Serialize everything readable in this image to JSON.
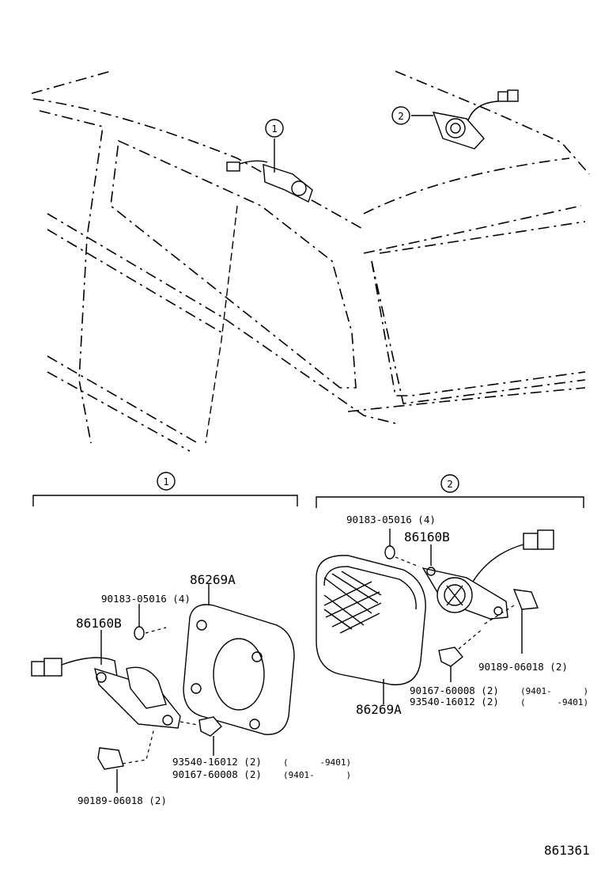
{
  "callouts": {
    "top_1": "1",
    "top_2": "2",
    "section_1": "1",
    "section_2": "2"
  },
  "section_1": {
    "lens_gasket": "86269A",
    "washer": "90183-05016 (4)",
    "lamp_assy": "86160B",
    "screw_1": "93540-16012 (2)",
    "screw_1_range": "(      -9401)",
    "screw_2": "90167-60008 (2)",
    "screw_2_range": "(9401-      )",
    "clip": "90189-06018 (2)"
  },
  "section_2": {
    "washer": "90183-05016 (4)",
    "lamp_assy": "86160B",
    "clip": "90189-06018 (2)",
    "screw_1": "90167-60008 (2)",
    "screw_1_range": "(9401-      )",
    "screw_2": "93540-16012 (2)",
    "screw_2_range": "(      -9401)",
    "lens": "86269A"
  },
  "figure_number": "861361"
}
